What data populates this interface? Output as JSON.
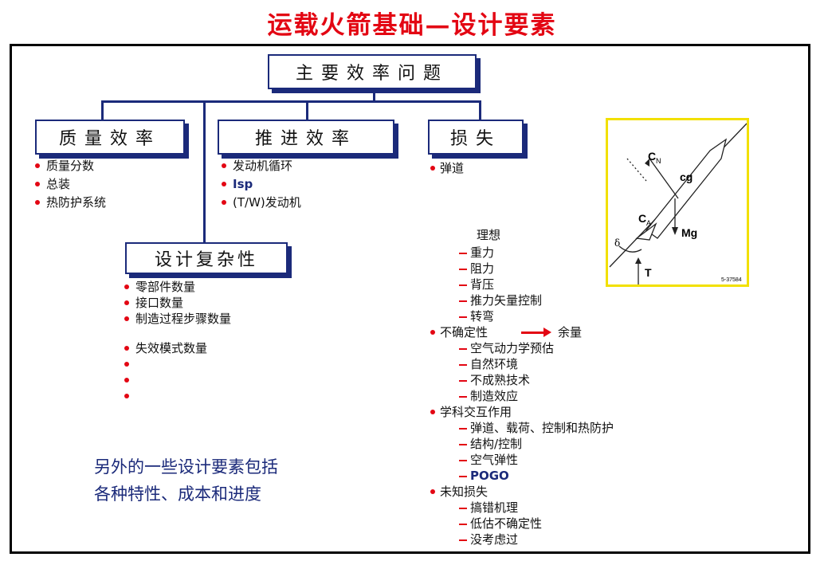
{
  "title": "运载火箭基础—设计要素",
  "root_box": "主要效率问题",
  "mass_box": "质量效率",
  "mass_items": [
    "质量分数",
    "总装",
    "热防护系统"
  ],
  "prop_box": "推进效率",
  "prop_items": [
    "发动机循环",
    "Isp",
    "(T/W)发动机"
  ],
  "loss_box": "损失",
  "loss_trajectory": "弹道",
  "loss_ideal": "理想",
  "loss_trajectory_items": [
    "重力",
    "阻力",
    "背压",
    "推力矢量控制",
    "转弯"
  ],
  "loss_uncertainty": "不确定性",
  "loss_margin": "余量",
  "loss_uncertainty_items": [
    "空气动力学预估",
    "自然环境",
    "不成熟技术",
    "制造效应"
  ],
  "loss_interdisciplinary": "学科交互作用",
  "loss_interdisciplinary_items": [
    "弹道、载荷、控制和热防护",
    "结构/控制",
    "空气弹性",
    "POGO"
  ],
  "loss_unknown": "未知损失",
  "loss_unknown_items": [
    "搞错机理",
    "低估不确定性",
    "没考虑过"
  ],
  "complexity_box": "设计复杂性",
  "complexity_items": [
    "零部件数量",
    "接口数量",
    "制造过程步骤数量",
    "失效模式数量"
  ],
  "footnote": [
    "另外的一些设计要素包括",
    "各种特性、成本和进度"
  ],
  "figure_labels": {
    "cn": "C",
    "cn_sub": "N",
    "cg": "cg",
    "ca": "C",
    "ca_sub": "A",
    "mg": "Mg",
    "delta": "δ",
    "t": "T",
    "ref": "5-37584"
  }
}
